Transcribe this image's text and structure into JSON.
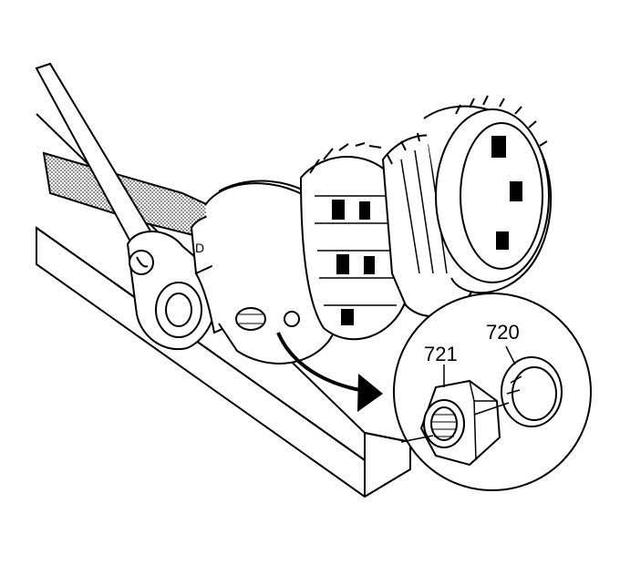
{
  "figure": {
    "colors": {
      "line": "#000000",
      "background": "#ffffff",
      "shade": "#555555"
    },
    "callouts": [
      {
        "id": "721",
        "label": "721",
        "part": "nut"
      },
      {
        "id": "720",
        "label": "720",
        "part": "snap-ring"
      }
    ]
  }
}
